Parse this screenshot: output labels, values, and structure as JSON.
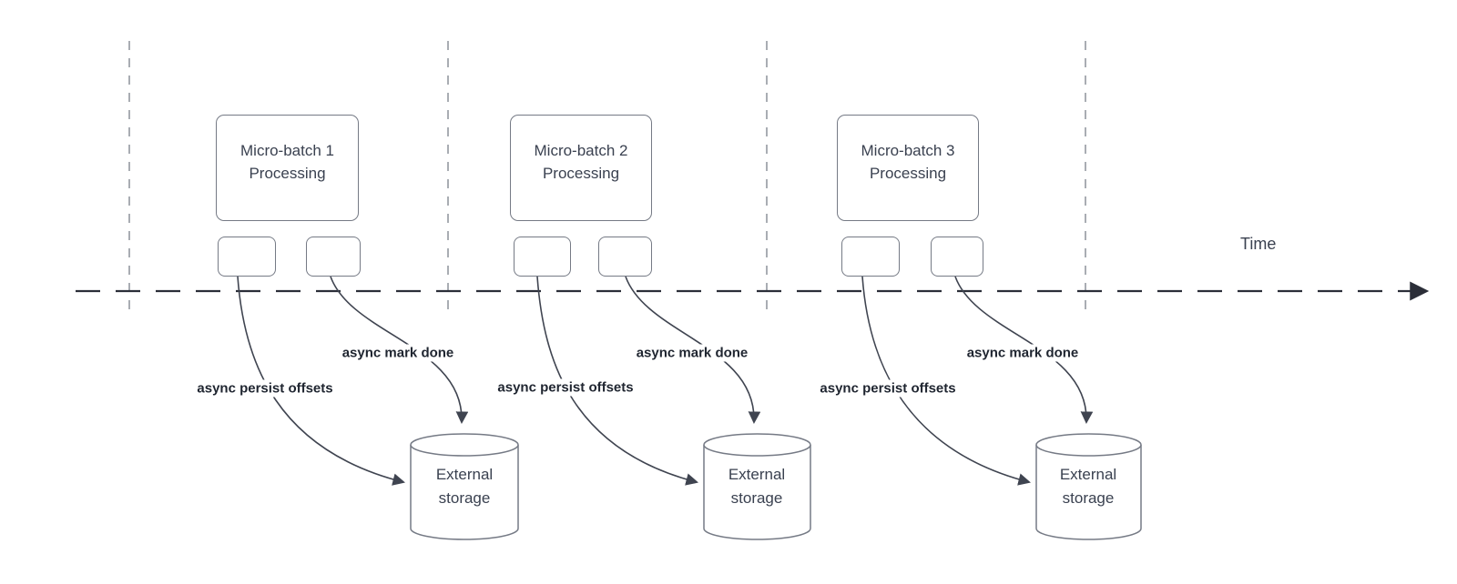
{
  "diagram": {
    "time_label": "Time",
    "sections": [
      {
        "title": "Micro-batch 1 Processing",
        "persist_label": "async persist offsets",
        "done_label": "async mark done",
        "storage_label": "External storage"
      },
      {
        "title": "Micro-batch 2 Processing",
        "persist_label": "async persist offsets",
        "done_label": "async mark done",
        "storage_label": "External storage"
      },
      {
        "title": "Micro-batch 3 Processing",
        "persist_label": "async persist offsets",
        "done_label": "async mark done",
        "storage_label": "External storage"
      }
    ]
  },
  "colors": {
    "line": "#3f4450",
    "box_border": "#757a85",
    "guide": "#a9adb3",
    "timeline": "#2b2e38",
    "text": "#3a4150",
    "label_text": "#1f2530",
    "bg": "#ffffff"
  }
}
